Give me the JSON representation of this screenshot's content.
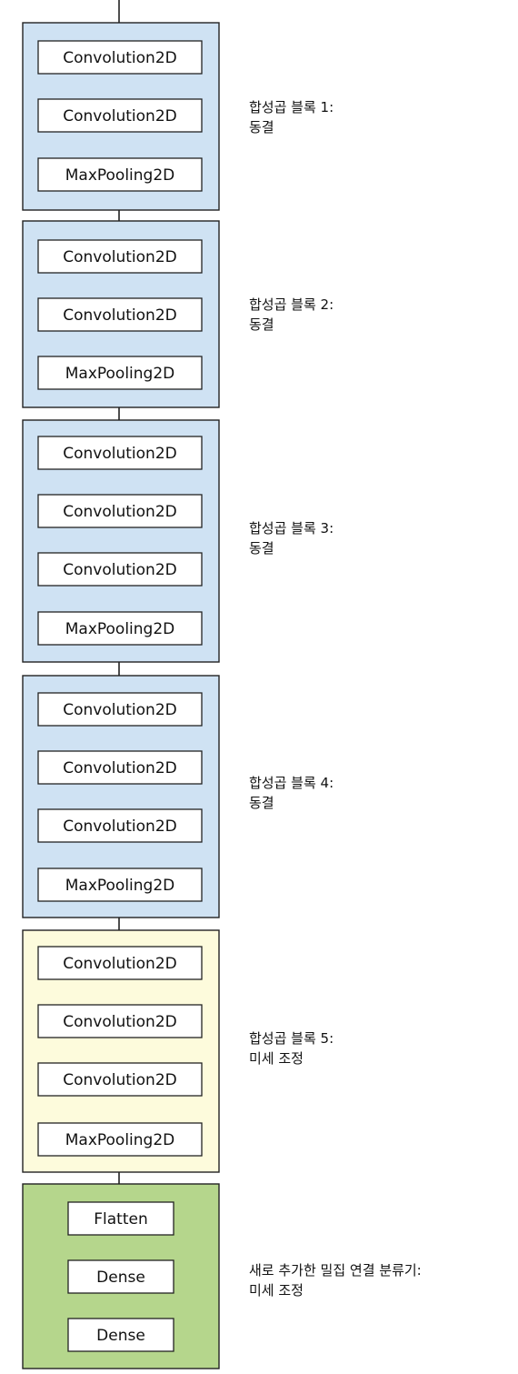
{
  "colors": {
    "frozen_block_fill": "#cfe2f3",
    "finetune_block_fill": "#fdfbdc",
    "classifier_block_fill": "#b5d68c",
    "layer_fill": "#ffffff",
    "stroke": "#222222",
    "text": "#111111"
  },
  "blocks": [
    {
      "kind": "frozen",
      "layers": [
        "Convolution2D",
        "Convolution2D",
        "MaxPooling2D"
      ],
      "label_line1": "합성곱 블록 1:",
      "label_line2": "동결"
    },
    {
      "kind": "frozen",
      "layers": [
        "Convolution2D",
        "Convolution2D",
        "MaxPooling2D"
      ],
      "label_line1": "합성곱 블록 2:",
      "label_line2": "동결"
    },
    {
      "kind": "frozen",
      "layers": [
        "Convolution2D",
        "Convolution2D",
        "Convolution2D",
        "MaxPooling2D"
      ],
      "label_line1": "합성곱 블록 3:",
      "label_line2": "동결"
    },
    {
      "kind": "frozen",
      "layers": [
        "Convolution2D",
        "Convolution2D",
        "Convolution2D",
        "MaxPooling2D"
      ],
      "label_line1": "합성곱 블록 4:",
      "label_line2": "동결"
    },
    {
      "kind": "finetune",
      "layers": [
        "Convolution2D",
        "Convolution2D",
        "Convolution2D",
        "MaxPooling2D"
      ],
      "label_line1": "합성곱 블록 5:",
      "label_line2": "미세 조정"
    },
    {
      "kind": "classifier",
      "layers": [
        "Flatten",
        "Dense",
        "Dense"
      ],
      "label_line1": "새로 추가한 밀집 연결 분류기:",
      "label_line2": "미세 조정"
    }
  ]
}
